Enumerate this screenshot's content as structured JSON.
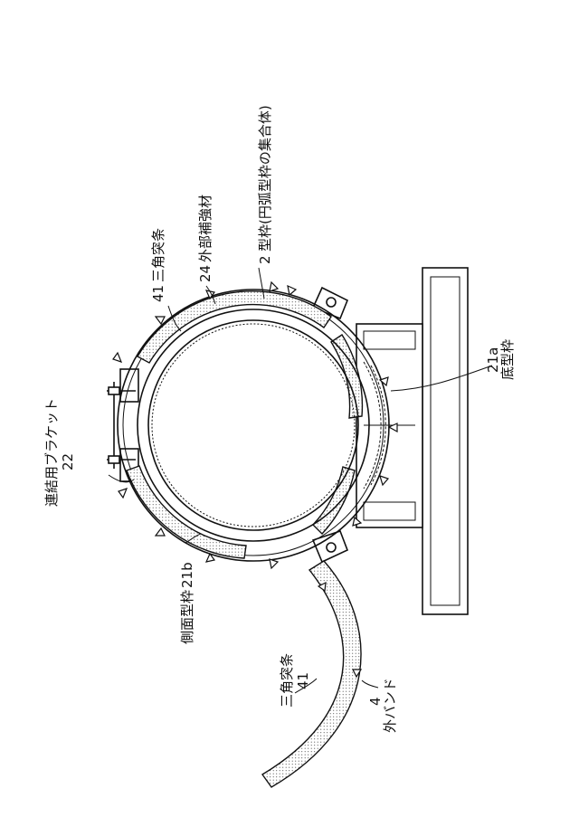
{
  "labels": {
    "bracket_name": "連結用ブラケット",
    "bracket_num": "22",
    "side_form_name": "側面型枠",
    "side_form_num": "21b",
    "tri_ridge_top_num": "41",
    "tri_ridge_top_name": "三角突条",
    "outer_reinforcement_num": "24",
    "outer_reinforcement_name": "外部補強材",
    "form_num": "2",
    "form_name": "型枠(円弧型枠の集合体)",
    "tri_ridge_band_name": "三角突条",
    "tri_ridge_band_num": "41",
    "outer_band_num": "4",
    "outer_band_name": "外バンド",
    "bottom_form_num": "21a",
    "bottom_form_name": "底型枠"
  }
}
